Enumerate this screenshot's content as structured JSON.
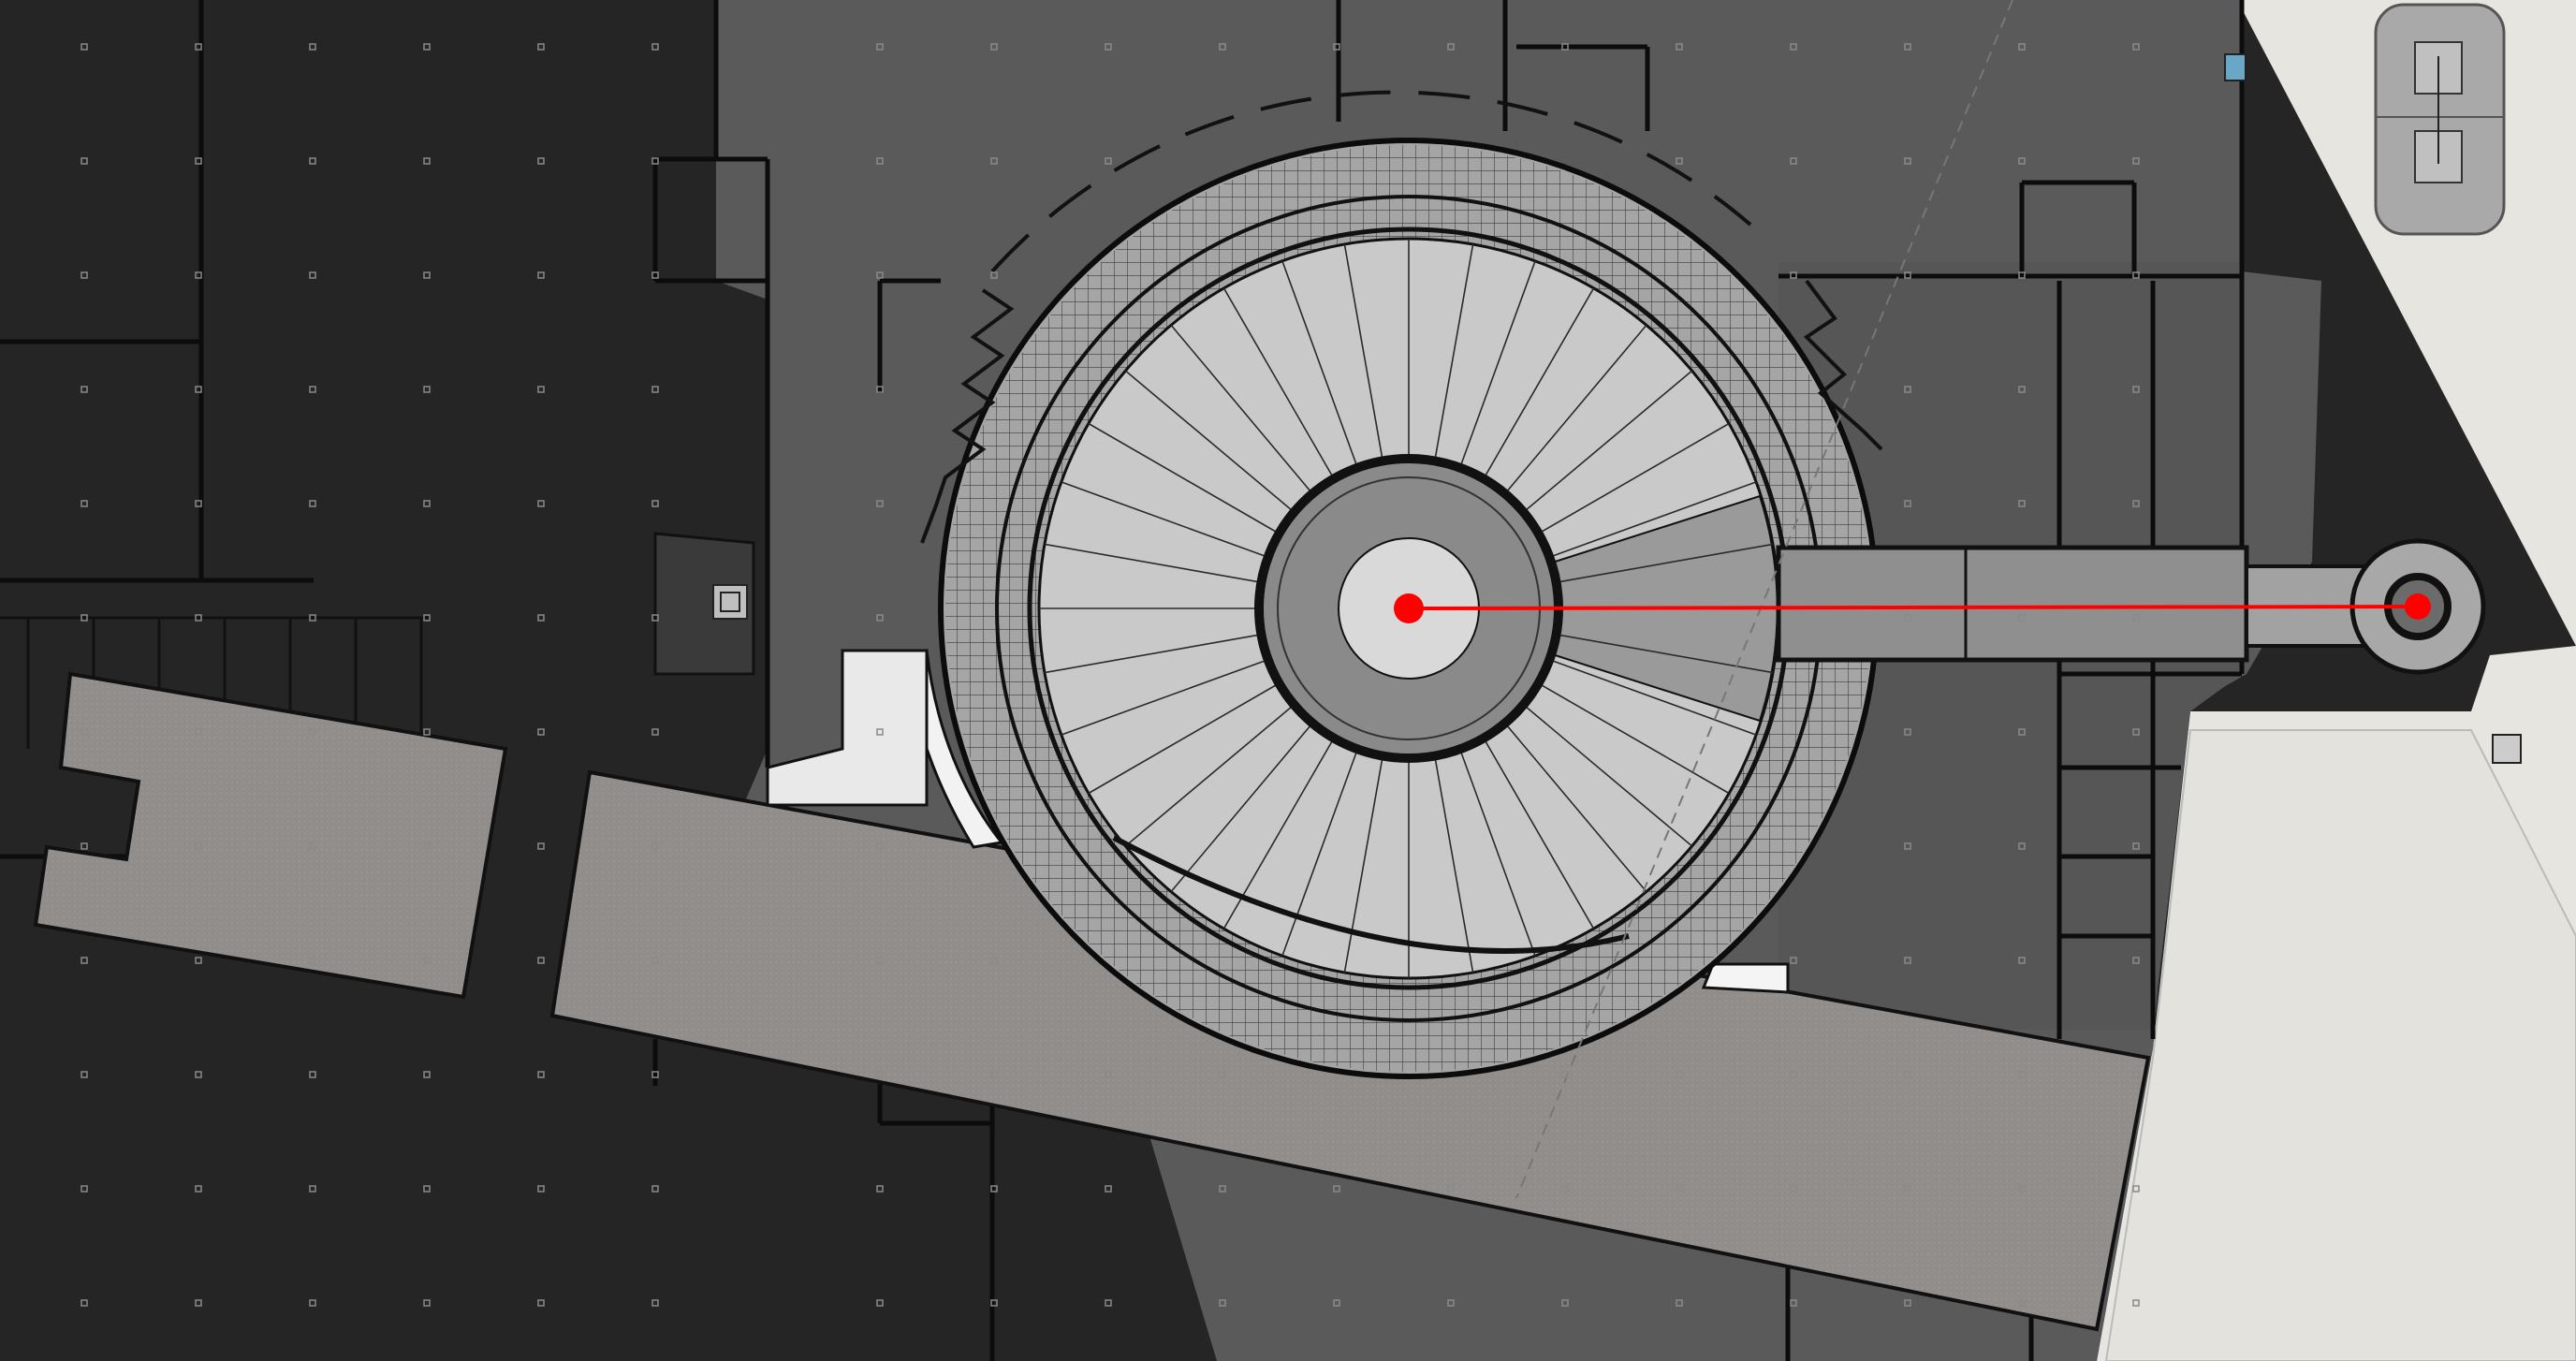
{
  "plan": {
    "kind": "architectural floor plan",
    "colors": {
      "background": "#252525",
      "building_mid": "#5a5a5a",
      "building_light": "#6e6e6e",
      "corridor": "#8f8c8a",
      "rotunda_floor": "#c9c9c9",
      "ring": "#a5a5a5",
      "inner_ring": "#8a8a8a",
      "exterior": "#e6e5df",
      "linework": "#111111",
      "marker": "#ff0000",
      "column_dot": "#8a8a8a"
    },
    "rotunda": {
      "radial_segments": 36,
      "shaded_sector": "east"
    },
    "axis_markers": [
      {
        "id": "rotunda-center",
        "color": "#ff0000"
      },
      {
        "id": "stair-center",
        "color": "#ff0000"
      }
    ],
    "icons": [
      "stair-icon",
      "elevator-icon",
      "column-grid-icon"
    ]
  }
}
